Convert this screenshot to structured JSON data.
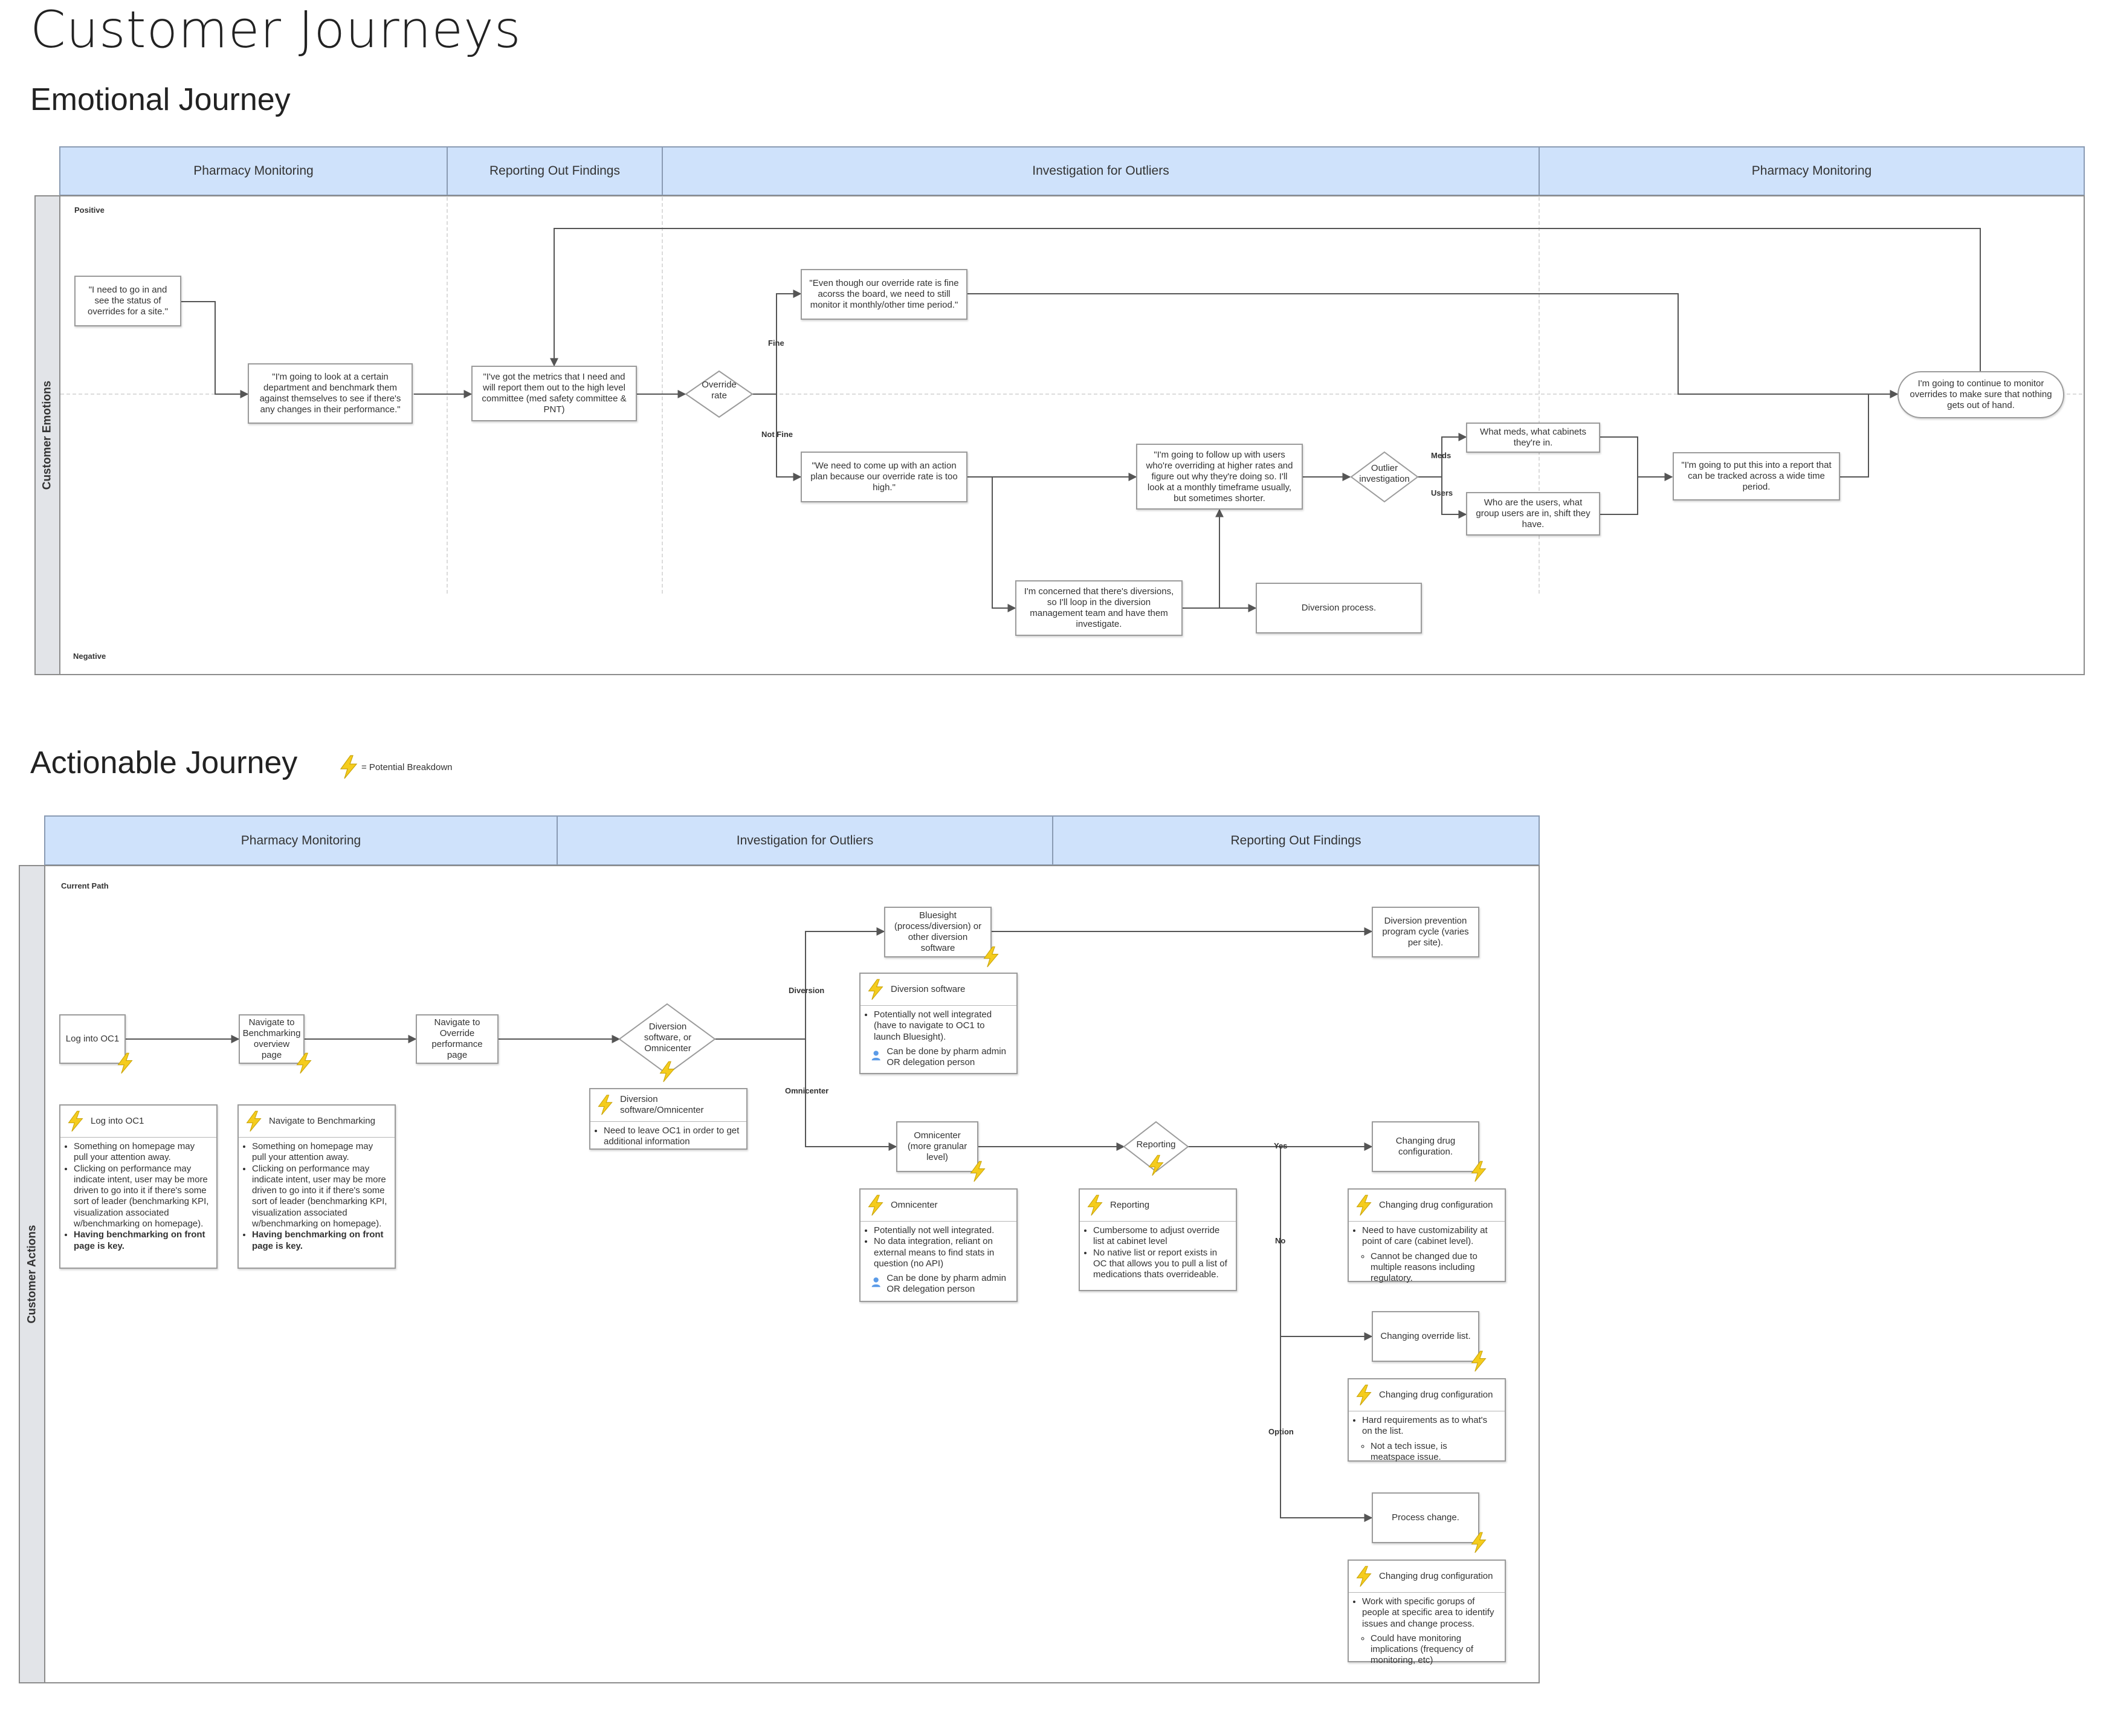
{
  "page_title": "Customer Journeys",
  "emotional": {
    "heading": "Emotional Journey",
    "phases": [
      "Pharmacy Monitoring",
      "Reporting Out Findings",
      "Investigation for Outliers",
      "Pharmacy Monitoring"
    ],
    "lane_label": "Customer Emotions",
    "positive_label": "Positive",
    "negative_label": "Negative",
    "nodes": {
      "go_in": "\"I need to go in and see the status of overrides for a site.\"",
      "benchmark": "\"I'm going to look at a certain department and benchmark them against themselves to see if there's any changes in their performance.\"",
      "metrics": "\"I've got the metrics that I need and will report them out to the high level committee (med safety committee & PNT)",
      "override_rate": "Override rate",
      "fine_quote": "\"Even though our override rate is fine acorss the board, we need to still monitor it monthly/other time period.\"",
      "action_plan": "\"We need to come up with an action plan because our override rate is too high.\"",
      "follow_up": "\"I'm going to follow up with users who're overriding at higher rates and figure out why they're doing so. I'll look at a monthly timeframe usually, but sometimes shorter.",
      "concerned": "I'm concerned that there's diversions, so I'll loop in the diversion management team and have them investigate.",
      "diversion_process": "Diversion process.",
      "outlier": "Outlier investigation",
      "meds_q": "What meds, what cabinets they're in.",
      "users_q": "Who are the users, what group users are in, shift they have.",
      "report": "\"I'm going to put this into a report that can be tracked across a wide time period.",
      "continue": "I'm going to continue to monitor overrides to make sure that nothing gets out of hand."
    },
    "edge_labels": {
      "fine": "Fine",
      "not_fine": "Not Fine",
      "meds": "Meds",
      "users": "Users"
    }
  },
  "actionable": {
    "heading": "Actionable Journey",
    "legend": "= Potential Breakdown",
    "phases": [
      "Pharmacy Monitoring",
      "Investigation for Outliers",
      "Reporting Out Findings"
    ],
    "lane_label": "Customer Actions",
    "path_label": "Current Path",
    "nodes": {
      "log_in": "Log into OC1",
      "nav_bench": "Navigate to Benchmarking overview page",
      "nav_override": "Navigate to Override performance page",
      "decision": "Diversion software, or Omnicenter",
      "bluesight": "Bluesight (process/diversion) or other diversion software",
      "div_prevention": "Diversion prevention program cycle (varies per site).",
      "omnicenter": "Omnicenter (more granular level)",
      "reporting": "Reporting",
      "changing_drug": "Changing drug configuration.",
      "changing_override": "Changing override list.",
      "process_change": "Process change."
    },
    "edge_labels": {
      "diversion": "Diversion",
      "omnicenter": "Omnicenter",
      "yes": "Yes",
      "no": "No",
      "option": "Option"
    },
    "notes": {
      "log_in": {
        "title": "Log into OC1",
        "items": [
          "Something on homepage may pull your attention away.",
          "Clicking on performance may indicate intent, user may be more driven to go into it if there's some sort of leader (benchmarking KPI, visualization associated w/benchmarking on homepage)."
        ],
        "bold_item": "Having benchmarking on front page is key."
      },
      "nav_bench": {
        "title": "Navigate to Benchmarking",
        "items": [
          "Something on homepage may pull your attention away.",
          "Clicking on performance may indicate intent, user may be more driven to go into it if there's some sort of leader (benchmarking KPI, visualization associated w/benchmarking on homepage)."
        ],
        "bold_item": "Having benchmarking on front page is key."
      },
      "decision": {
        "title": "Diversion software/Omnicenter",
        "items": [
          "Need to leave OC1 in order to get additional information"
        ]
      },
      "div_software": {
        "title": "Diversion software",
        "items": [
          "Potentially not well integrated (have to navigate to OC1 to launch Bluesight)."
        ],
        "person": "Can be done by pharm admin OR delegation person"
      },
      "omnicenter": {
        "title": "Omnicenter",
        "items": [
          "Potentially not well integrated.",
          "No data integration, reliant on external means to find stats in question (no API)"
        ],
        "person": "Can be done by pharm admin OR delegation person"
      },
      "reporting": {
        "title": "Reporting",
        "items": [
          "Cumbersome to adjust override list at cabinet level",
          "No native list or report exists in OC that allows you to pull a list of medications thats overrideable."
        ]
      },
      "drug_config_1": {
        "title": "Changing drug configuration",
        "items": [
          "Need to have customizability at point of care (cabinet level)."
        ],
        "sub": "Cannot be changed due to multiple reasons including regulatory."
      },
      "drug_config_2": {
        "title": "Changing drug configuration",
        "items": [
          "Hard requirements as to what's on the list."
        ],
        "sub": "Not a tech issue, is meatspace issue."
      },
      "drug_config_3": {
        "title": "Changing drug configuration",
        "items": [
          "Work with specific gorups of people at specific area to identify issues and change process."
        ],
        "sub": "Could have monitoring implications (frequency of monitoring, etc)"
      }
    }
  },
  "colors": {
    "phase_header": "#cfe2fb",
    "lane_side": "#e2e4e8",
    "bolt": "#f5cc1d",
    "person": "#5b9be8"
  }
}
